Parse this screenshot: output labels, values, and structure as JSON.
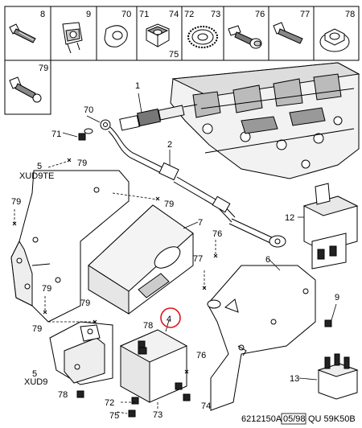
{
  "parts_header": [
    {
      "num": "8",
      "icon": "bolt-icon"
    },
    {
      "num": "9",
      "icon": "clip-nut-icon"
    },
    {
      "num": "70",
      "icon": "washer-icon"
    },
    {
      "num": "71",
      "icon": "hex-nut-icon"
    },
    {
      "num": "74",
      "icon": "hex-nut-icon"
    },
    {
      "num": "75",
      "icon": "hex-nut-icon"
    },
    {
      "num": "72",
      "icon": "serrated-washer-icon"
    },
    {
      "num": "73",
      "icon": "serrated-washer-icon"
    },
    {
      "num": "76",
      "icon": "flange-bolt-icon"
    },
    {
      "num": "77",
      "icon": "bolt-icon"
    },
    {
      "num": "78",
      "icon": "flange-nut-icon"
    },
    {
      "num": "79",
      "icon": "bolt-icon"
    }
  ],
  "callouts": {
    "c1": "1",
    "c2": "2",
    "c70": "70",
    "c71": "71",
    "c5a": "5",
    "xud9te": "XUD9TE",
    "c79a": "79",
    "c79b": "79",
    "c79c": "79",
    "c79d": "79",
    "c79e": "79",
    "c79f": "79",
    "c7": "7",
    "c12": "12",
    "c76a": "76",
    "c6": "6",
    "c77": "77",
    "c9": "9",
    "c4": "4",
    "c78a": "78",
    "c5b": "5",
    "xud9": "XUD9",
    "c78b": "78",
    "c72": "72",
    "c75": "75",
    "c73": "73",
    "c74": "74",
    "c76b": "76",
    "c13": "13"
  },
  "footer": {
    "ref_a": "6212150A",
    "ref_date": "05/98",
    "ref_b": "QU  59K50B"
  },
  "highlight_color": "#e0141e"
}
